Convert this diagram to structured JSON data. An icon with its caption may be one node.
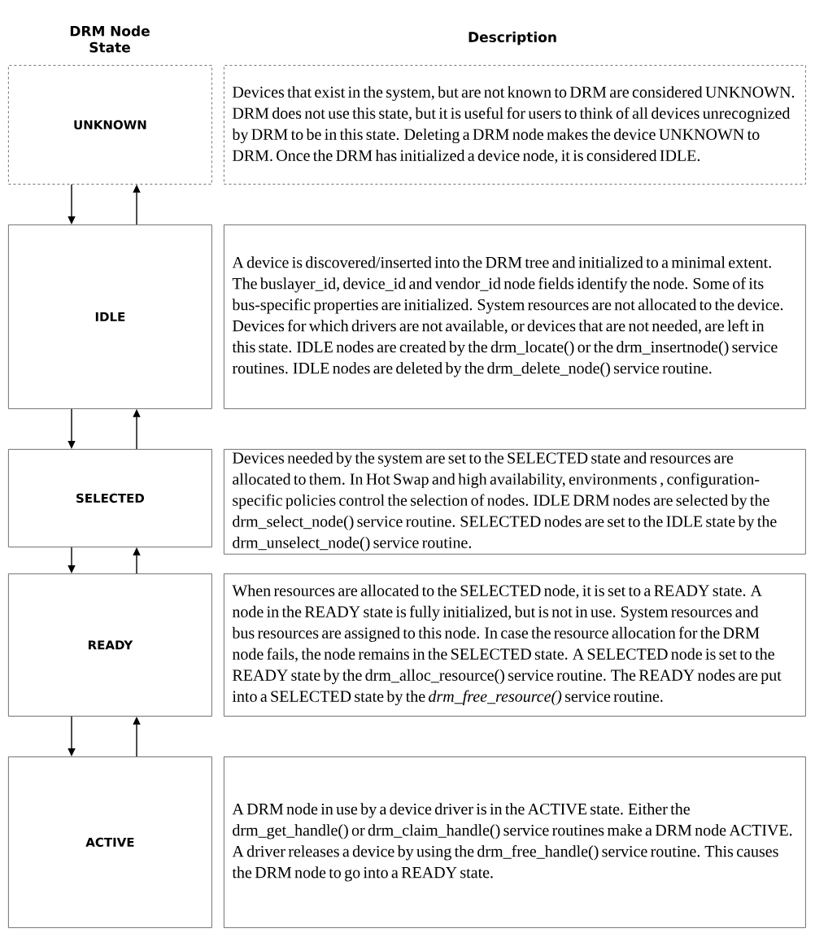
{
  "diagram": {
    "nodes": [
      {
        "text": [
          "UNKNOWN"
        ]
      },
      {
        "text": [
          "Devices that exist in the system, but are not known to DRM are considered UNKNOWN. DRM does not use this state, but it is useful for users to think of all devices unrecognized by DRM to be in this state. Deleting a DRM node makes the device UNKNOWN to DRM. Once the DRM has initialized a device node, it is considered IDLE."
        ]
      },
      {
        "text": [
          "IDLE"
        ]
      },
      {
        "text": [
          "A device is discovered/inserted into the DRM tree and initialized to a minimal extent. The buslayer_id, device_id and vendor_id node fields identify the node. Some of its bus-specific properties are initialized. System resources are not allocated to the device. Devices for which drivers are not available, or devices that are not needed, are left in this state. IDLE nodes are created by the drm_locate() or the drm_insertnode() service routines. IDLE nodes are deleted by the drm_delete_node() service routine."
        ]
      },
      {
        "text": [
          "SELECTED"
        ]
      },
      {
        "text": [
          "Devices needed by the system are set to the SELECTED state and resources are allocated to them. In Hot Swap and high availability, environments , configuration-specific policies control the selection of nodes. IDLE DRM nodes are selected by the drm_select_node() service routine. SELECTED nodes are set to the IDLE state by the drm_unselect_node() service routine."
        ]
      },
      {
        "text": [
          "READY"
        ]
      },
      {
        "text": [
          "When resources are allocated to the SELECTED node, it is set to a READY state. A node in the READY state is fully initialized, but is not in use. System resources and bus resources are assigned to this node. In case the resource allocation for the DRM node fails, the node remains in the SELECTED state. A SELECTED node is set to the READY state by the drm_alloc_resource() service routine. The READY nodes are put into a SELECTED state by the *drm_free_resource()* service routine."
        ]
      },
      {
        "text": [
          "ACTIVE"
        ]
      },
      {
        "text": [
          "A DRM node in use by a device driver is in the ACTIVE state. Either the drm_get_handle() or drm_claim_handle() service routines make a DRM node ACTIVE. A driver releases a device by using the drm_free_handle() service routine. This causes the DRM node to go into a READY state."
        ]
      }
    ],
    "edges": [
      {
        "from": 0,
        "to": 2,
        "arrow": "to"
      },
      {
        "from": 2,
        "to": 0,
        "arrow": "to"
      },
      {
        "from": 2,
        "to": 4,
        "arrow": "to"
      },
      {
        "from": 4,
        "to": 2,
        "arrow": "to"
      },
      {
        "from": 4,
        "to": 6,
        "arrow": "to"
      },
      {
        "from": 6,
        "to": 4,
        "arrow": "to"
      },
      {
        "from": 6,
        "to": 8,
        "arrow": "to"
      },
      {
        "from": 8,
        "to": 6,
        "arrow": "to"
      }
    ],
    "labels": [
      "DRM Node State",
      "Description"
    ]
  }
}
